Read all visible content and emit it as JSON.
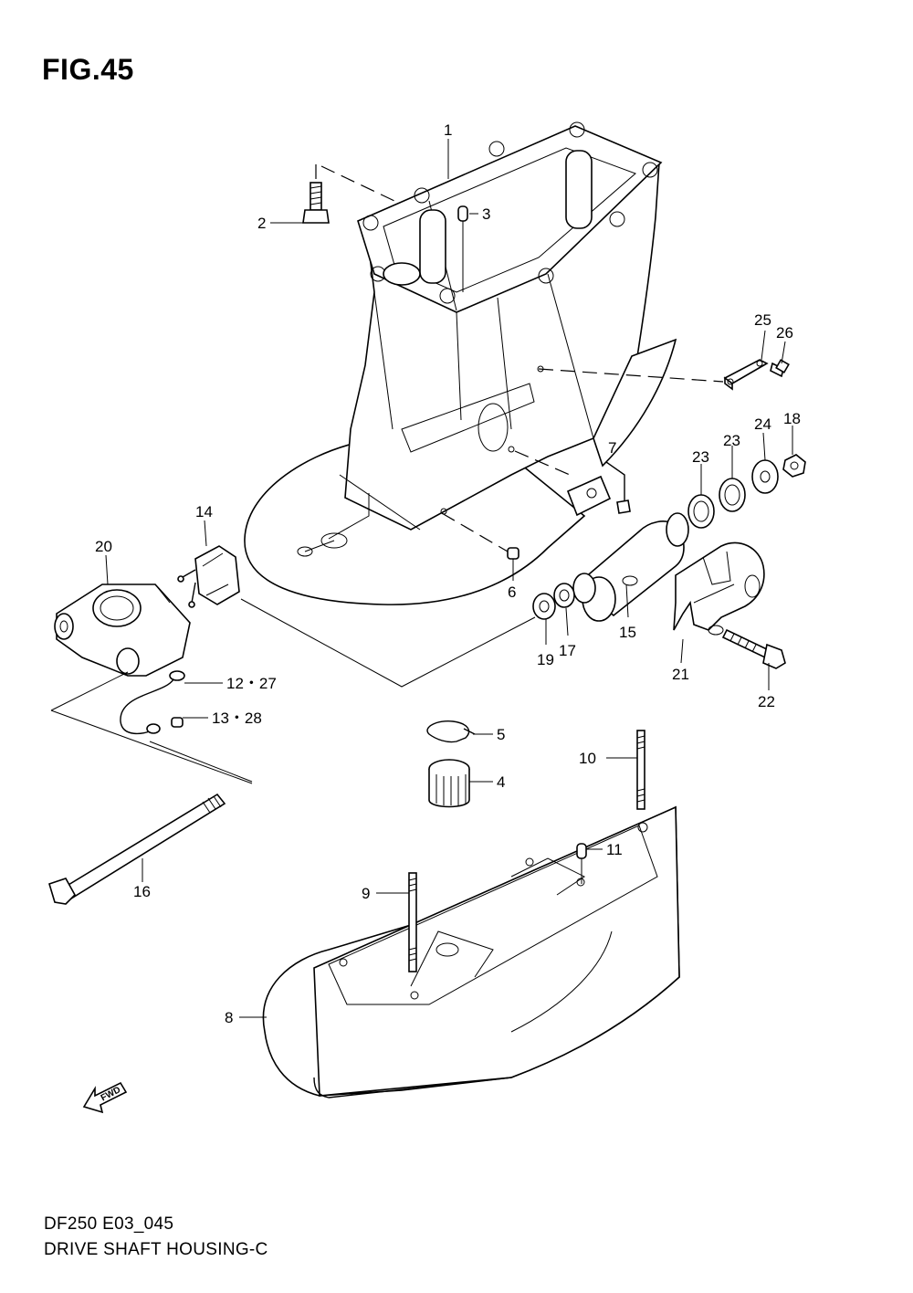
{
  "figure": {
    "title": "FIG.45"
  },
  "footer": {
    "code": "DF250 E03_045",
    "name": "DRIVE SHAFT HOUSING-C"
  },
  "callouts": {
    "p1": "1",
    "p2": "2",
    "p3": "3",
    "p4": "4",
    "p5": "5",
    "p6": "6",
    "p7": "7",
    "p8": "8",
    "p9": "9",
    "p10": "10",
    "p11": "11",
    "p12": "12・27",
    "p13": "13・28",
    "p14": "14",
    "p15": "15",
    "p16": "16",
    "p17": "17",
    "p18": "18",
    "p19": "19",
    "p20": "20",
    "p21": "21",
    "p22": "22",
    "p23a": "23",
    "p23b": "23",
    "p24": "24",
    "p25": "25",
    "p26": "26"
  },
  "direction_badge": {
    "text": "FWD"
  },
  "icons": {
    "forward_arrow": "fwd-arrow-icon"
  }
}
